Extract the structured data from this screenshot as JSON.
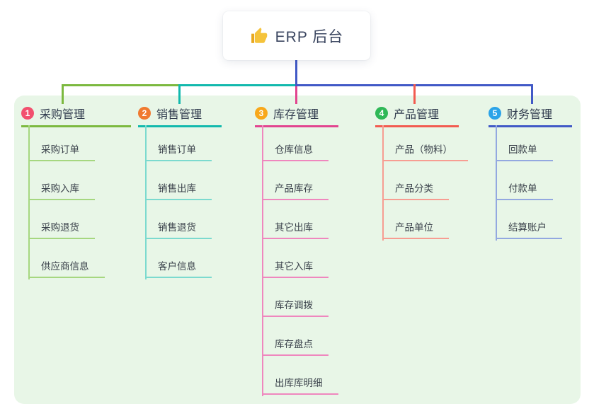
{
  "root": {
    "title": "ERP 后台",
    "icon": "thumbs-up-icon"
  },
  "connectors": {
    "center_color": "#4159C6"
  },
  "canvas": {
    "panel_color": "#E8F6E7",
    "background": "#FFFFFF"
  },
  "branches": [
    {
      "number": "1",
      "title": "采购管理",
      "colors": {
        "badge": "#F2506E",
        "line": "#7CB93F",
        "child_line": "#A6D780"
      },
      "children": [
        "采购订单",
        "采购入库",
        "采购退货",
        "供应商信息"
      ]
    },
    {
      "number": "2",
      "title": "销售管理",
      "colors": {
        "badge": "#F07A30",
        "line": "#12B9AD",
        "child_line": "#7CDACF"
      },
      "children": [
        "销售订单",
        "销售出库",
        "销售退货",
        "客户信息"
      ]
    },
    {
      "number": "3",
      "title": "库存管理",
      "colors": {
        "badge": "#F8A81B",
        "line": "#E2448F",
        "child_line": "#EF87BE"
      },
      "children": [
        "仓库信息",
        "产品库存",
        "其它出库",
        "其它入库",
        "库存调拨",
        "库存盘点",
        "出库库明细"
      ]
    },
    {
      "number": "4",
      "title": "产品管理",
      "colors": {
        "badge": "#2FB857",
        "line": "#F25B50",
        "child_line": "#F79D92"
      },
      "children": [
        "产品（物料）",
        "产品分类",
        "产品单位"
      ]
    },
    {
      "number": "5",
      "title": "财务管理",
      "colors": {
        "badge": "#2BA3E8",
        "line": "#4159C6",
        "child_line": "#93A8E0"
      },
      "children": [
        "回款单",
        "付款单",
        "结算账户"
      ]
    }
  ]
}
